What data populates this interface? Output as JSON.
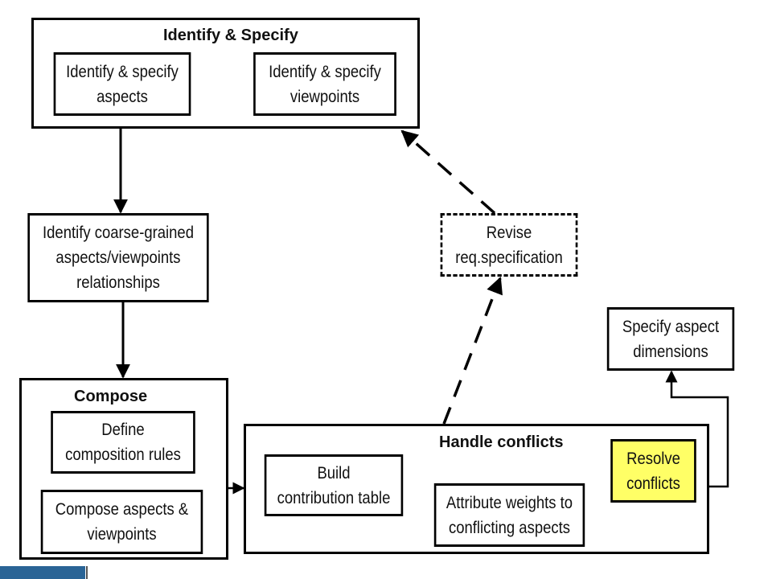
{
  "groups": {
    "identify_specify": {
      "title": "Identify & Specify"
    },
    "compose": {
      "title": "Compose"
    },
    "handle_conflicts": {
      "title": "Handle conflicts"
    }
  },
  "boxes": {
    "identify_aspects": [
      "Identify & specify",
      "aspects"
    ],
    "identify_viewpoints": [
      "Identify & specify",
      "viewpoints"
    ],
    "coarse_grained": [
      "Identify coarse-grained",
      "aspects/viewpoints",
      "relationships"
    ],
    "revise": [
      "Revise",
      "req.specification"
    ],
    "specify_dimensions": [
      "Specify aspect",
      "dimensions"
    ],
    "define_rules": [
      "Define",
      "composition rules"
    ],
    "compose_aspects": [
      "Compose aspects &",
      "viewpoints"
    ],
    "build_table": [
      "Build",
      "contribution table"
    ],
    "attribute_weights": [
      "Attribute weights to",
      "conflicting aspects"
    ],
    "resolve": [
      "Resolve",
      "conflicts"
    ]
  },
  "colors": {
    "line": "#000000",
    "highlight": "#ffff66",
    "footer_accent": "#2a6496"
  }
}
